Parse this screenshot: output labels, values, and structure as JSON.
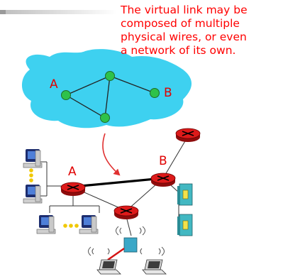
{
  "annotation": {
    "lines": [
      "The virtual link may be",
      "composed of multiple",
      "physical wires, or even",
      "a network  of its own."
    ]
  },
  "virtual_view": {
    "node_a_label": "A",
    "node_b_label": "B"
  },
  "physical_view": {
    "router_a_label": "A",
    "router_b_label": "B"
  },
  "colors": {
    "annotation_text": "#ff0000",
    "cloud_fill": "#3ed1f0",
    "router_fill": "#dd1a1a",
    "node_fill": "#2ec24a",
    "server_fill": "#42b8c2",
    "wireless_ap_fill": "#3aa7c7",
    "arrow": "#e03030"
  },
  "icons": [
    "router-icon",
    "desktop-computer-icon",
    "server-icon",
    "laptop-icon",
    "wireless-access-point-icon"
  ]
}
